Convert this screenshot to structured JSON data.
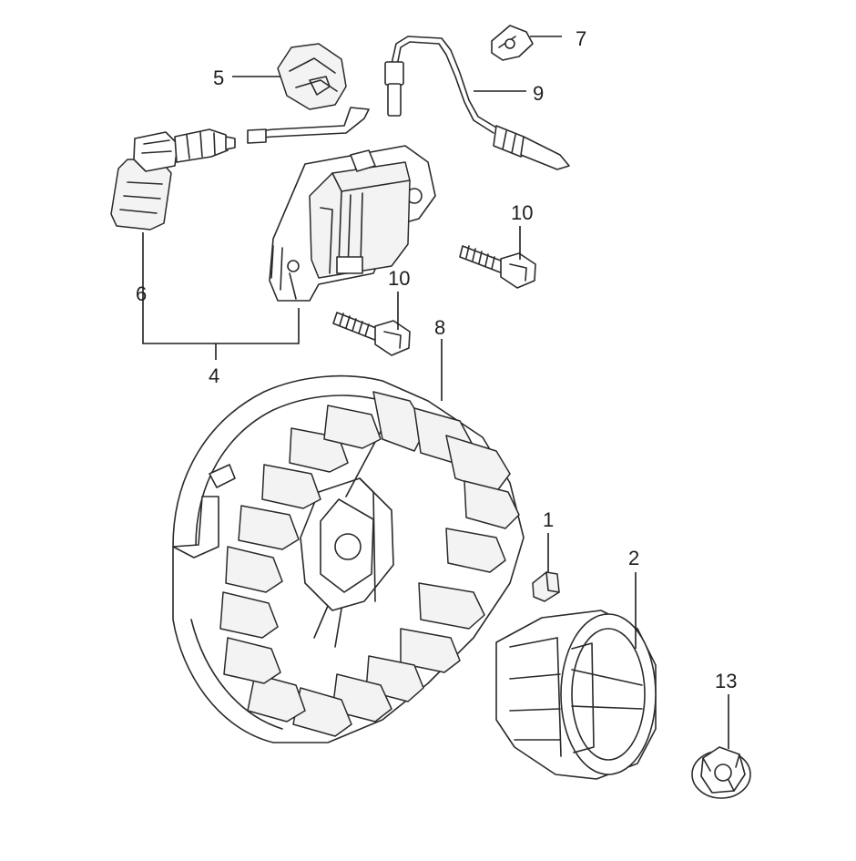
{
  "callouts": [
    {
      "id": "1",
      "label": "1"
    },
    {
      "id": "2",
      "label": "2"
    },
    {
      "id": "4",
      "label": "4"
    },
    {
      "id": "5",
      "label": "5"
    },
    {
      "id": "6",
      "label": "6"
    },
    {
      "id": "7",
      "label": "7"
    },
    {
      "id": "8",
      "label": "8"
    },
    {
      "id": "9",
      "label": "9"
    },
    {
      "id": "10a",
      "label": "10"
    },
    {
      "id": "10b",
      "label": "10"
    },
    {
      "id": "13",
      "label": "13"
    }
  ],
  "colors": {
    "line": "#2a2a2a",
    "background": "#ffffff"
  }
}
